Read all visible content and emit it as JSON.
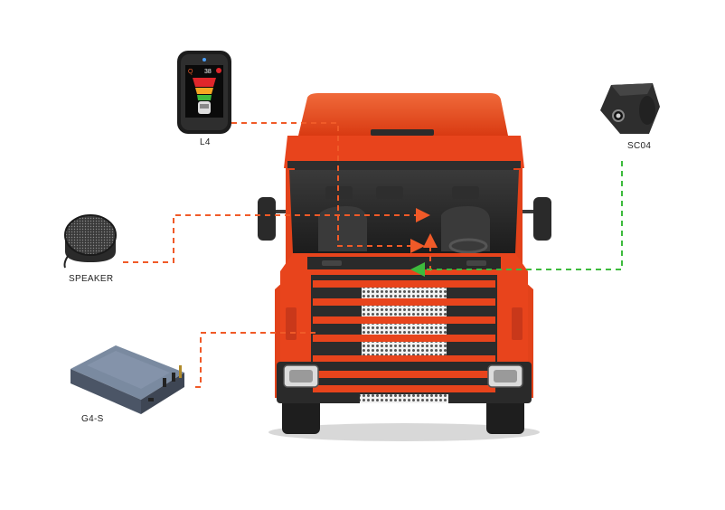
{
  "diagram": {
    "labels": {
      "display": "L4",
      "speaker": "SPEAKER",
      "controller": "G4-S",
      "camera": "SC04"
    },
    "colors": {
      "orange_link": "#f05a28",
      "green_link": "#3dbb3d",
      "truck_body": "#e8441c",
      "truck_dark": "#2a2a2a"
    }
  }
}
